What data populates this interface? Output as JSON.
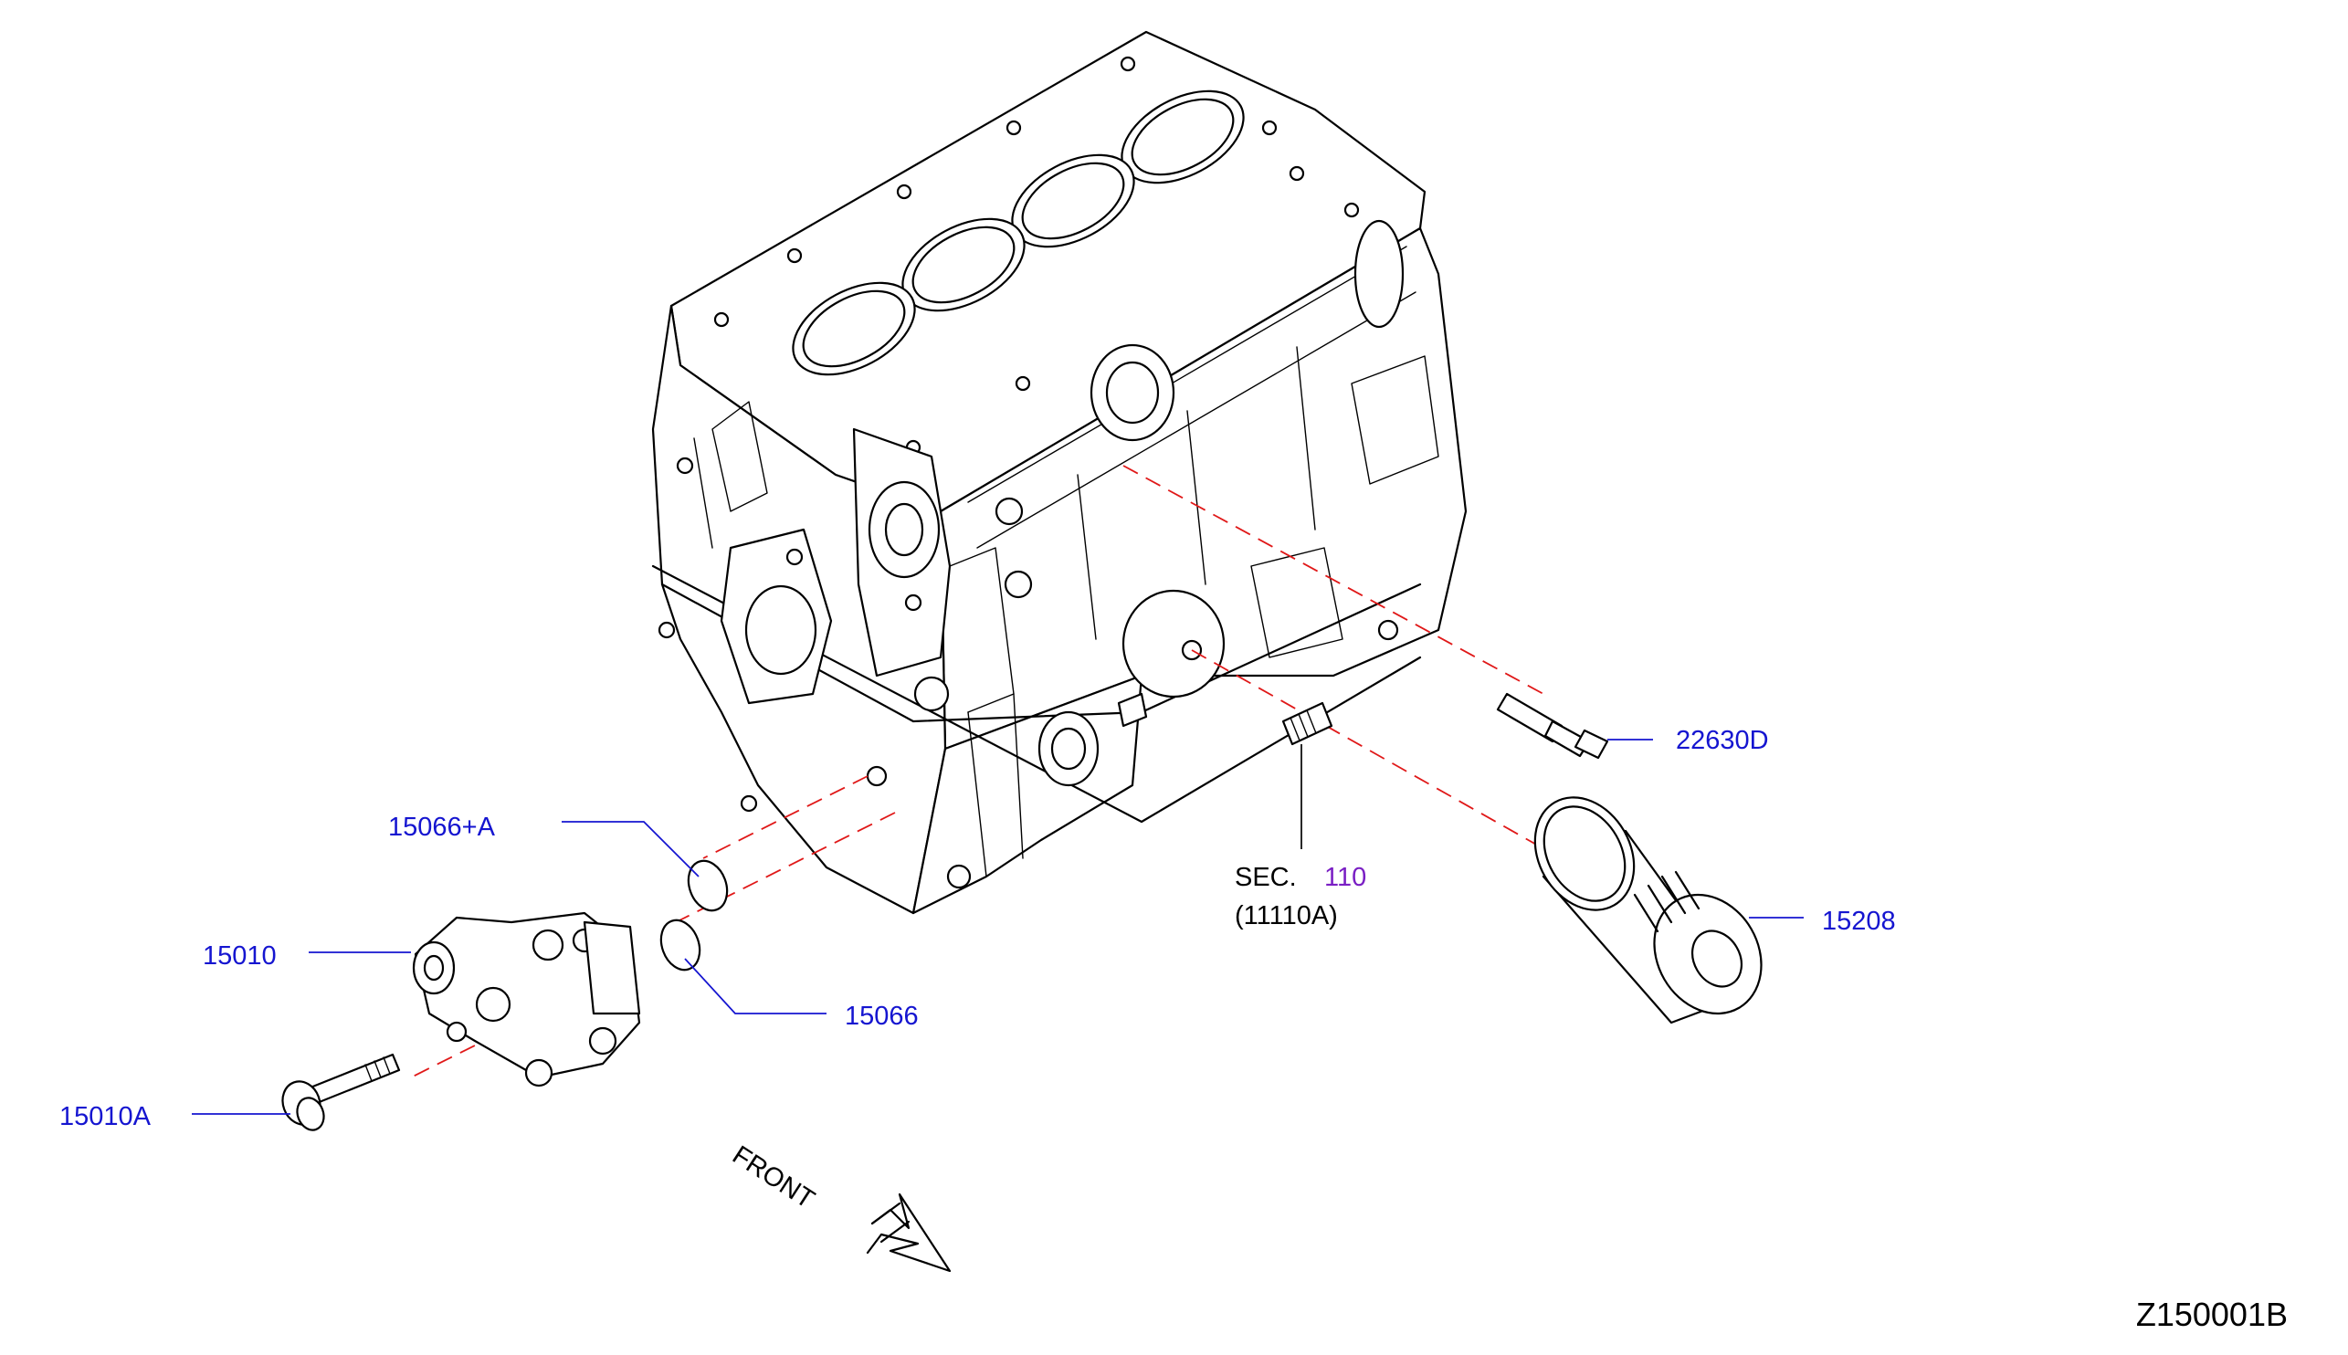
{
  "callouts": {
    "sensor": "22630D",
    "gasket_upper": "15066+A",
    "oil_pump": "15010",
    "gasket_lower": "15066",
    "bolt": "15010A",
    "filter": "15208",
    "section_label": "SEC.",
    "section_number": "110",
    "section_part": "(11110A)"
  },
  "direction_label": "FRONT",
  "figure_ref": "Z150001B",
  "colors": {
    "callout": "#1515d0",
    "section_number": "#7a1fc4",
    "dashed_line": "#e01818"
  }
}
